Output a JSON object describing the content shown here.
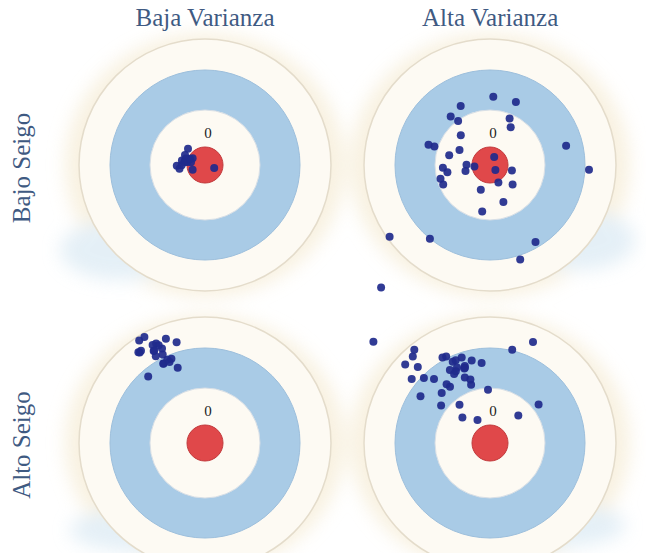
{
  "diagram": {
    "nodes": [
      {
        "text": [
          "0"
        ]
      },
      {
        "text": [
          "0"
        ]
      },
      {
        "text": [
          "0"
        ]
      },
      {
        "text": [
          "0"
        ]
      }
    ],
    "labels": [
      "Baja Varianza",
      "Alta Varianza",
      "Bajo Seigo",
      "Alto Seigo"
    ]
  }
}
